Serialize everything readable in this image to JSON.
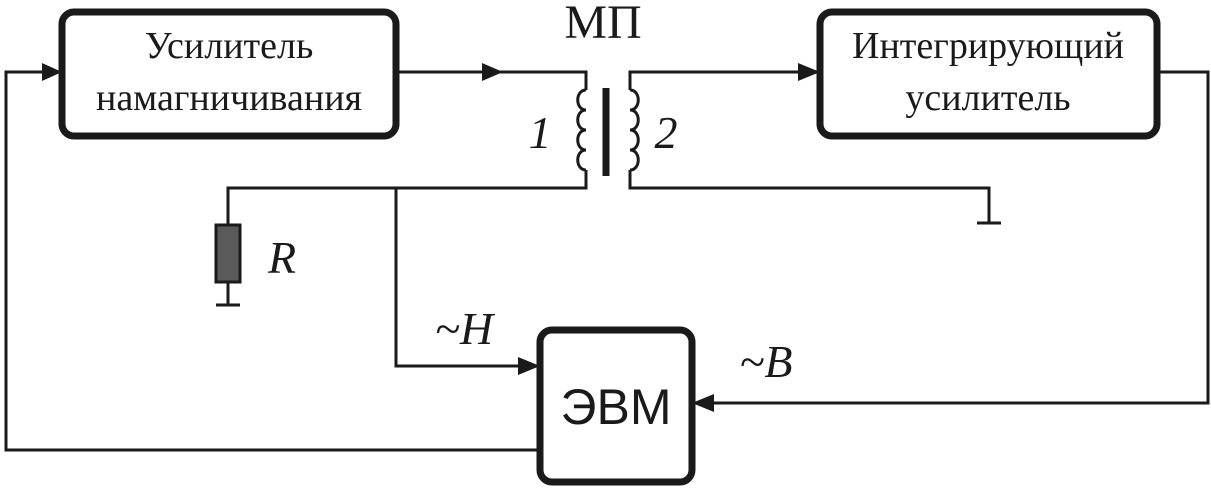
{
  "blocks": {
    "magnetizing_amplifier": {
      "line1": "Усилитель",
      "line2": "намагничивания"
    },
    "integrating_amplifier": {
      "line1": "Интегрирующий",
      "line2": "усилитель"
    },
    "computer": {
      "label": "ЭВМ"
    }
  },
  "transformer": {
    "label": "МП",
    "winding_primary": "1",
    "winding_secondary": "2"
  },
  "resistor": {
    "label": "R"
  },
  "signals": {
    "h_signal": "~H",
    "b_signal": "~B"
  },
  "colors": {
    "line": "#1a1a1a",
    "resistor_fill": "#5a5a5a",
    "background": "#ffffff"
  }
}
